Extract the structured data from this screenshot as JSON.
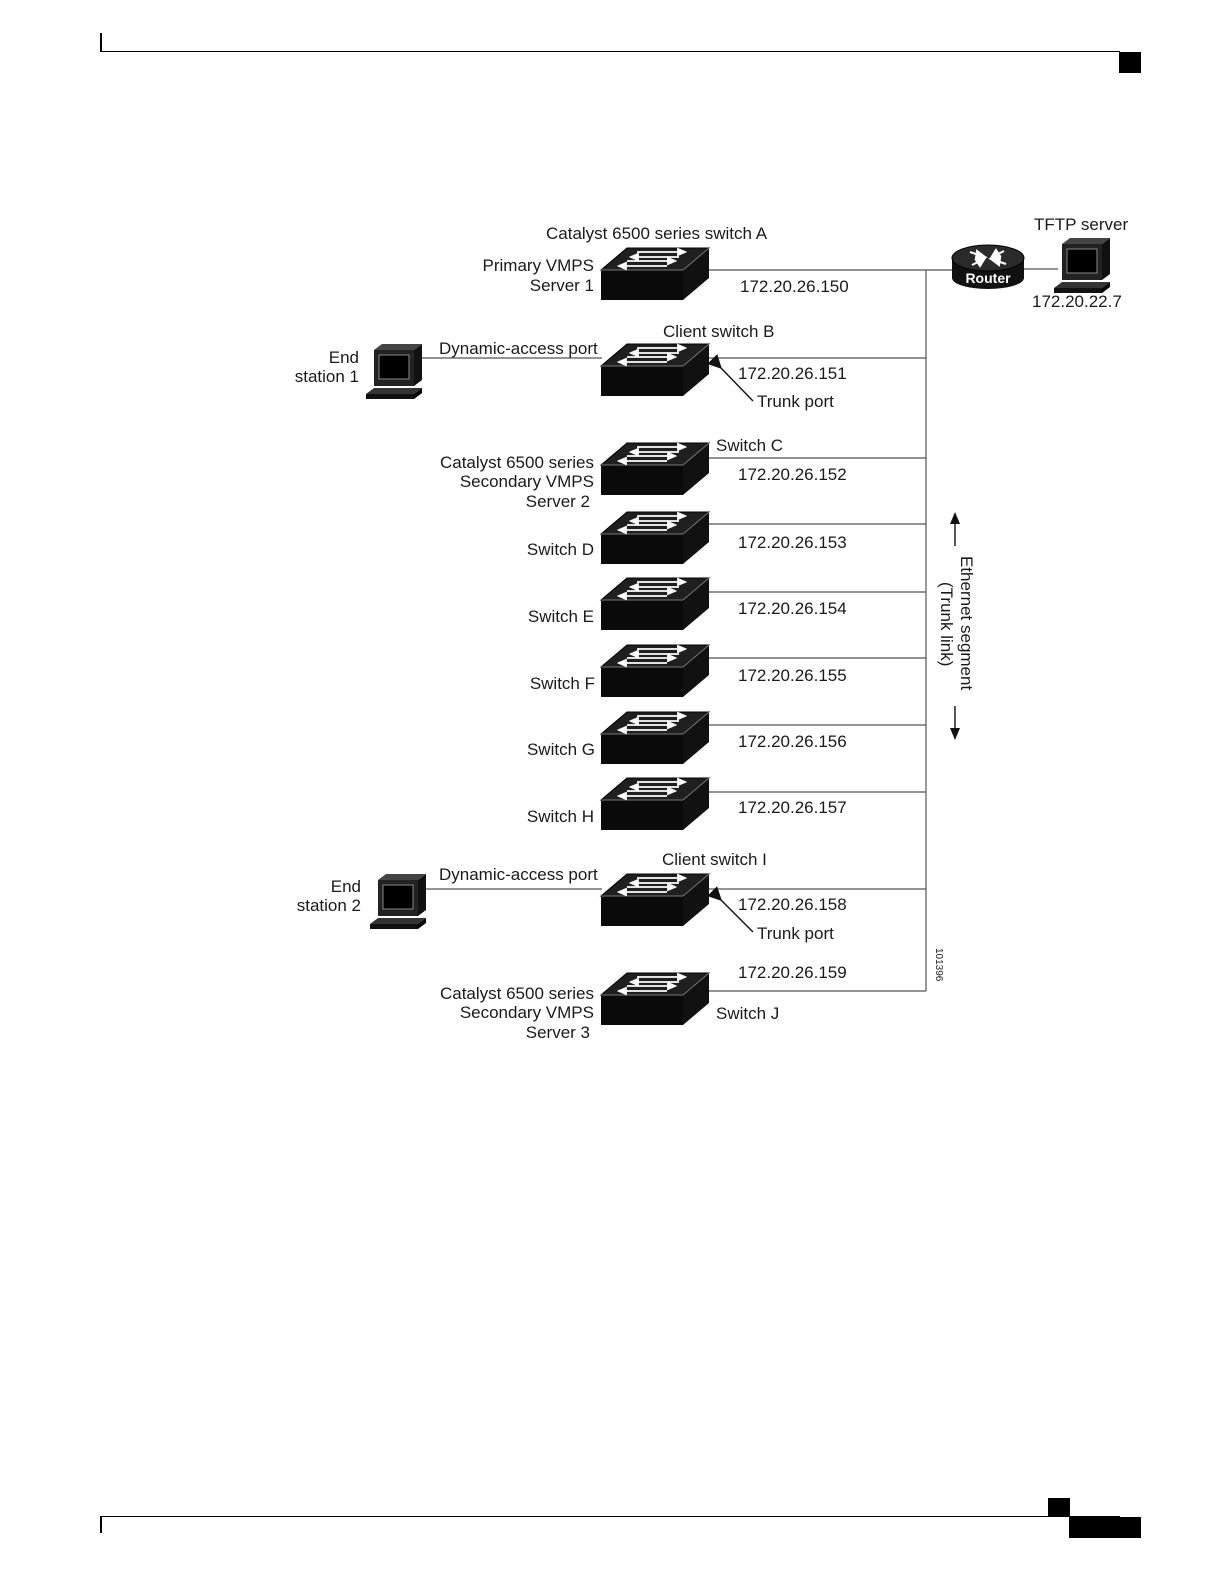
{
  "diagram": {
    "switch_a": {
      "title": "Catalyst 6500 series switch A",
      "role_line1": "Primary VMPS",
      "role_line2": "Server 1",
      "ip": "172.20.26.150"
    },
    "router": {
      "label": "Router"
    },
    "tftp": {
      "title": "TFTP server",
      "ip": "172.20.22.7"
    },
    "switch_b": {
      "title": "Client switch B",
      "port_label": "Dynamic-access port",
      "ip": "172.20.26.151",
      "trunk_label": "Trunk port"
    },
    "end_station_1": {
      "line1": "End",
      "line2": "station 1"
    },
    "switch_c": {
      "title": "Switch C",
      "role_line1": "Catalyst 6500 series",
      "role_line2": "Secondary VMPS",
      "role_line3": "Server 2",
      "ip": "172.20.26.152"
    },
    "switch_d": {
      "title": "Switch D",
      "ip": "172.20.26.153"
    },
    "switch_e": {
      "title": "Switch E",
      "ip": "172.20.26.154"
    },
    "switch_f": {
      "title": "Switch F",
      "ip": "172.20.26.155"
    },
    "switch_g": {
      "title": "Switch G",
      "ip": "172.20.26.156"
    },
    "switch_h": {
      "title": "Switch H",
      "ip": "172.20.26.157"
    },
    "switch_i": {
      "title": "Client switch I",
      "port_label": "Dynamic-access port",
      "ip": "172.20.26.158",
      "trunk_label": "Trunk port"
    },
    "end_station_2": {
      "line1": "End",
      "line2": "station 2"
    },
    "switch_j": {
      "title": "Switch J",
      "role_line1": "Catalyst 6500 series",
      "role_line2": "Secondary VMPS",
      "role_line3": "Server 3",
      "ip": "172.20.26.159"
    },
    "segment": {
      "line1": "Ethernet segment",
      "line2": "(Trunk link)"
    },
    "figure_id": "101396"
  }
}
